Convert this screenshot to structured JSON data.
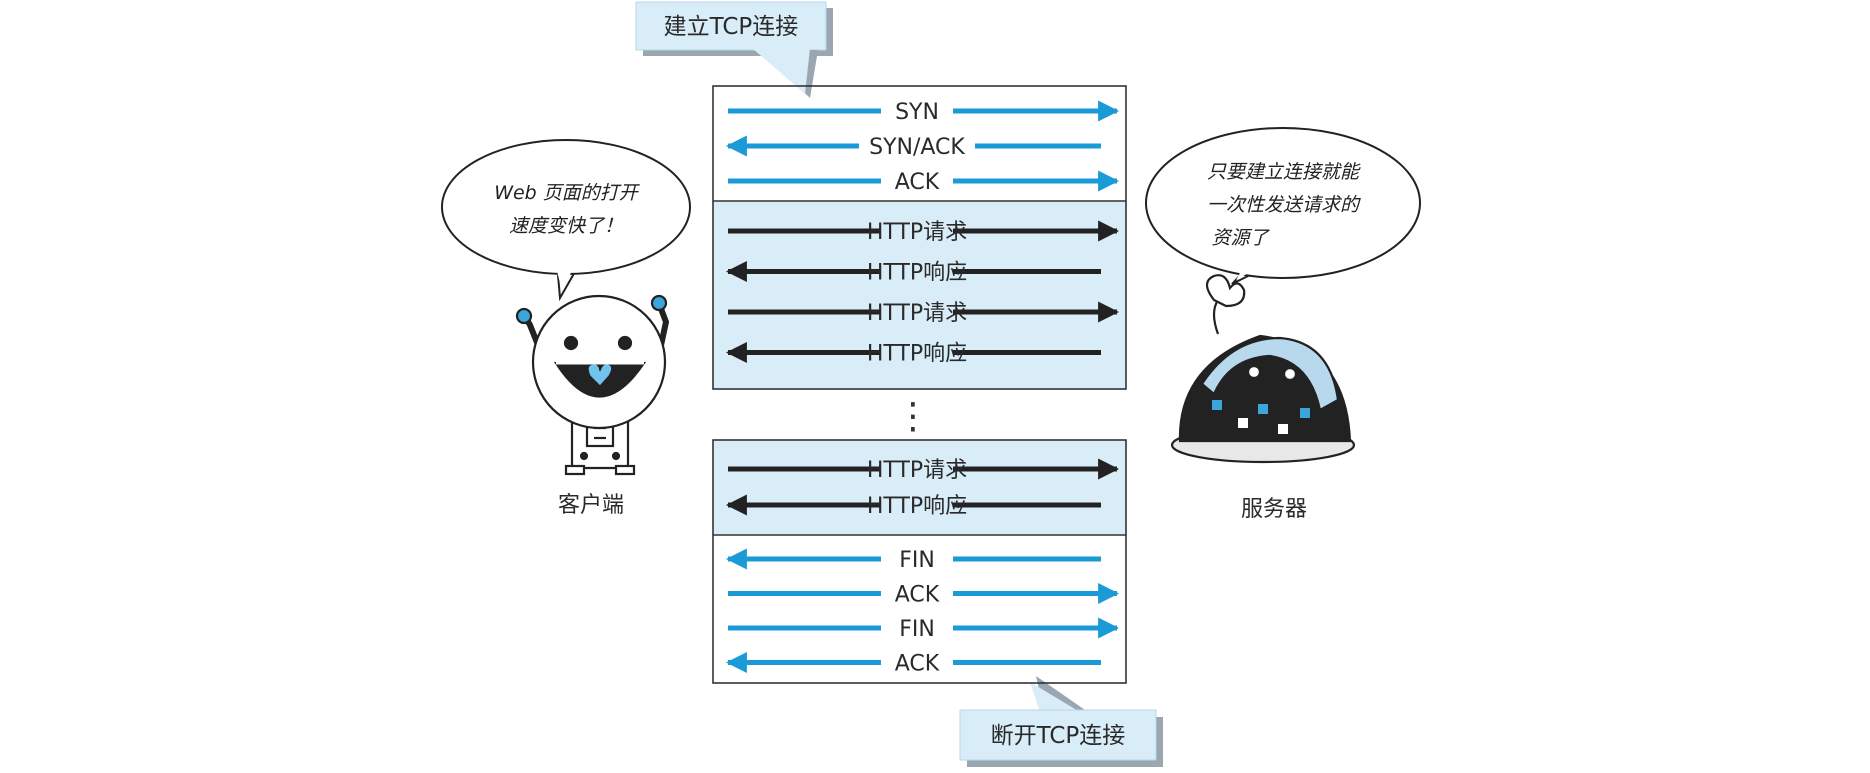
{
  "labels": {
    "establish": "建立TCP连接",
    "close": "断开TCP连接",
    "client": "客户端",
    "server": "服务器",
    "ellipsis": "⋮"
  },
  "client_bubble": {
    "line1": "Web 页面的打开",
    "line2": "速度变快了！"
  },
  "server_bubble": {
    "line1": "只要建立连接就能",
    "line2": "一次性发送请求的",
    "line3": "资源了"
  },
  "handshake": [
    {
      "label": "SYN",
      "dir": "right"
    },
    {
      "label": "SYN/ACK",
      "dir": "left"
    },
    {
      "label": "ACK",
      "dir": "right"
    }
  ],
  "exchange1": [
    {
      "label": "HTTP请求",
      "dir": "right"
    },
    {
      "label": "HTTP响应",
      "dir": "left"
    },
    {
      "label": "HTTP请求",
      "dir": "right"
    },
    {
      "label": "HTTP响应",
      "dir": "left"
    }
  ],
  "exchange2": [
    {
      "label": "HTTP请求",
      "dir": "right"
    },
    {
      "label": "HTTP响应",
      "dir": "left"
    }
  ],
  "teardown": [
    {
      "label": "FIN",
      "dir": "left"
    },
    {
      "label": "ACK",
      "dir": "right"
    },
    {
      "label": "FIN",
      "dir": "right"
    },
    {
      "label": "ACK",
      "dir": "left"
    }
  ],
  "colors": {
    "tcp_arrow": "#1a9ad6",
    "http_arrow": "#222222",
    "panel_fill": "#d9edf8",
    "callout_fill": "#d9edf8",
    "accent_blue": "#3aa6dc"
  }
}
